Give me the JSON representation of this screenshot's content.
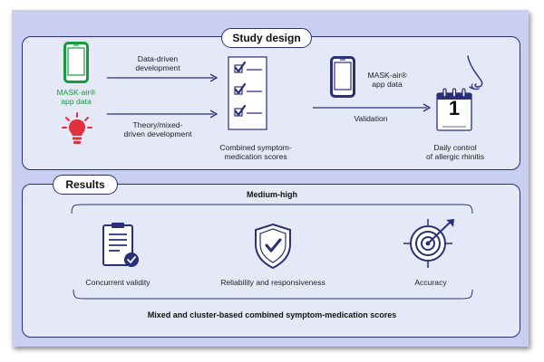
{
  "study_design": {
    "heading": "Study design",
    "app_label_1": "MASK-air®",
    "app_label_2": "app data",
    "data_driven_1": "Data-driven",
    "data_driven_2": "development",
    "theory_1": "Theory/mixed-",
    "theory_2": "driven development",
    "scores_1": "Combined symptom-",
    "scores_2": "medication scores",
    "app_data2_1": "MASK-air®",
    "app_data2_2": "app data",
    "validation": "Validation",
    "calendar_day": "1",
    "daily_1": "Daily control",
    "daily_2": "of allergic rhinitis"
  },
  "results": {
    "heading": "Results",
    "level": "Medium-high",
    "items": [
      {
        "label": "Concurrent validity",
        "icon": "clipboard-check-icon"
      },
      {
        "label": "Reliability and responsiveness",
        "icon": "shield-check-icon"
      },
      {
        "label": "Accuracy",
        "icon": "target-icon"
      }
    ],
    "footer": "Mixed and cluster-based combined symptom-medication scores"
  },
  "colors": {
    "navy": "#2a2f7a",
    "green": "#179a3e",
    "red": "#e0313c",
    "panel": "#e4e8f7",
    "frame": "#c9cff0"
  }
}
